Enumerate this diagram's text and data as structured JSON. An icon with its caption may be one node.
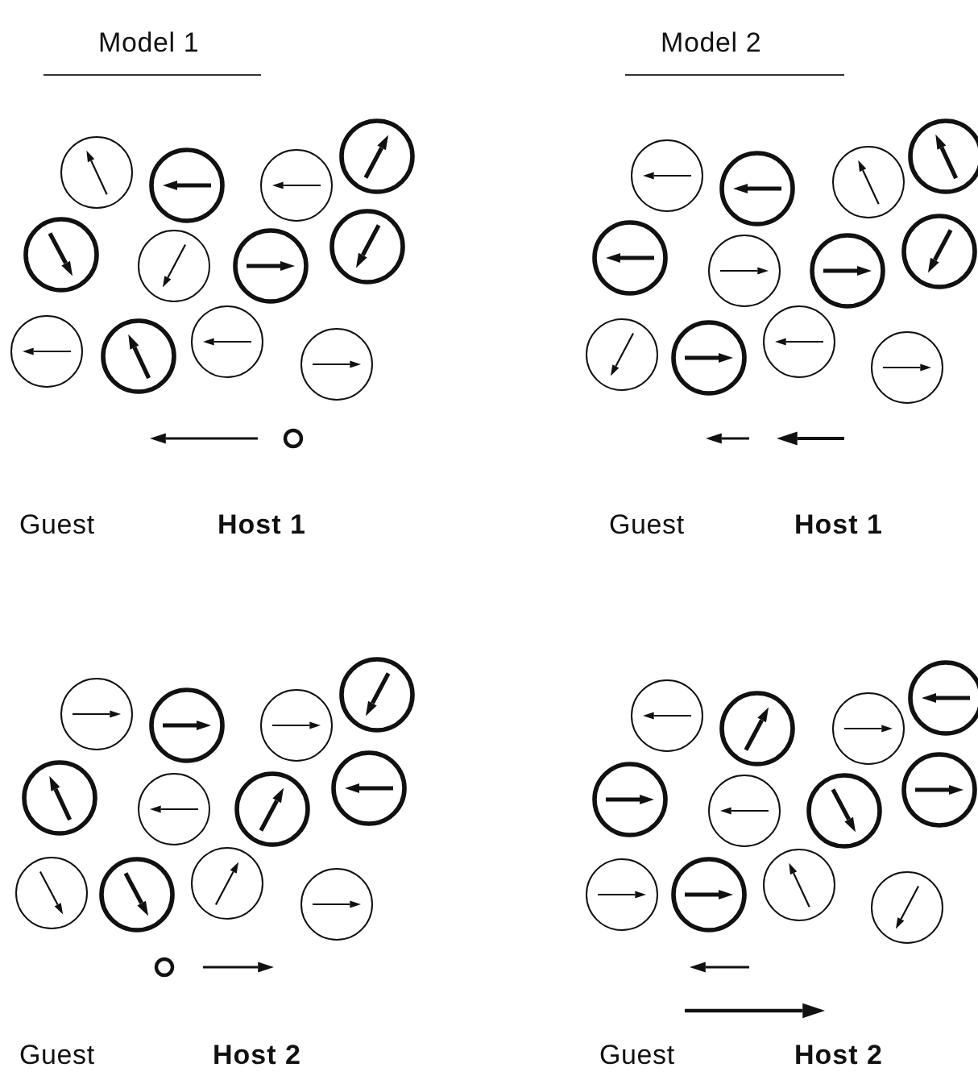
{
  "diagram": {
    "labels": [
      "Model 1",
      "Model 2",
      "Guest",
      "Host 1",
      "Guest",
      "Host 1",
      "Guest",
      "Host 2",
      "Guest",
      "Host 2"
    ]
  }
}
